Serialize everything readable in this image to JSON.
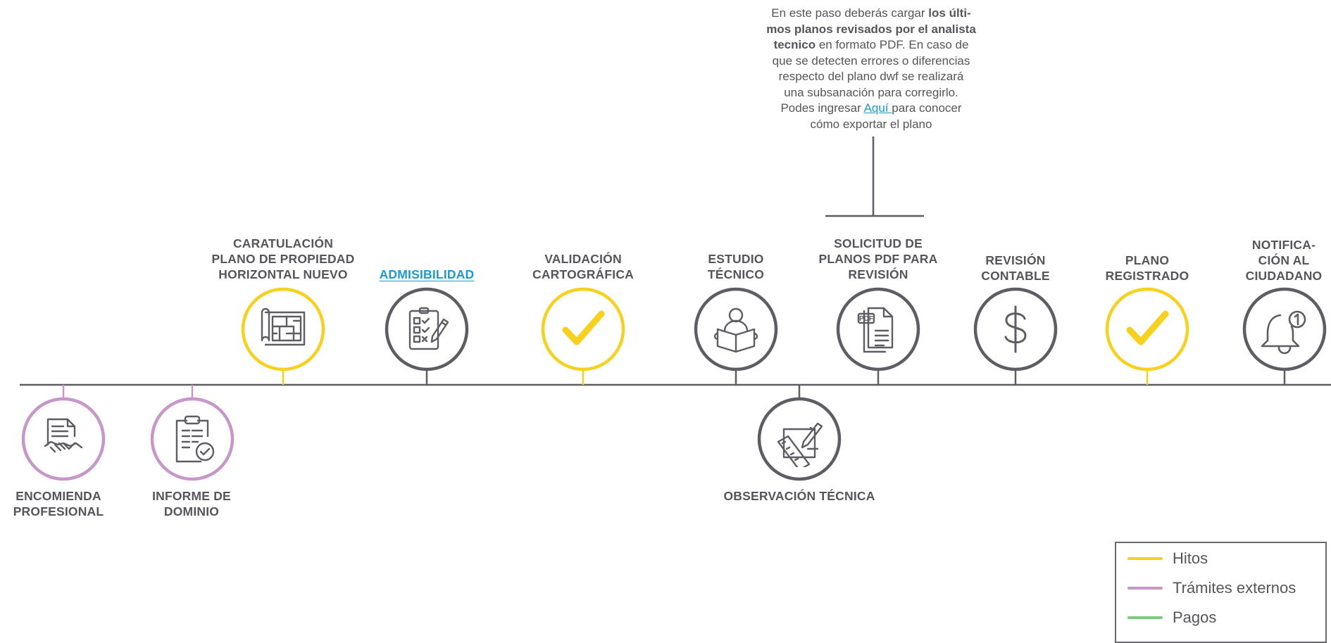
{
  "colors": {
    "hito": "#f7d11c",
    "externo": "#c896c8",
    "pago": "#7fc97f",
    "normal": "#5e5d63",
    "link": "#1a9ad6"
  },
  "info_box": {
    "l1_pre": "En este paso deberás cargar ",
    "l1_bold": "los últi-",
    "l2_bold": "mos planos revisados por el analista",
    "l3_bold": "tecnico",
    "l3_post": " en formato PDF. En caso de",
    "l4": "que se detecten errores o diferencias",
    "l5": "respecto del plano dwf se realizará",
    "l6": "una subsanación para corregirlo.",
    "l7_pre": "Podes ingresar ",
    "l7_link": "Aquí ",
    "l7_post": "para conocer",
    "l8": "cómo exportar el plano"
  },
  "steps_top": [
    {
      "lines": [
        "CARATULACIÓN",
        "PLANO DE PROPIEDAD",
        "HORIZONTAL NUEVO"
      ],
      "icon": "blueprint-icon",
      "type": "hito"
    },
    {
      "lines": [
        "ADMISIBILIDAD"
      ],
      "icon": "checklist-icon",
      "type": "normal",
      "link": true
    },
    {
      "lines": [
        "VALIDACIÓN",
        "CARTOGRÁFICA"
      ],
      "icon": "checkmark-icon",
      "type": "hito"
    },
    {
      "lines": [
        "ESTUDIO",
        "TÉCNICO"
      ],
      "icon": "reader-icon",
      "type": "normal"
    },
    {
      "lines": [
        "SOLICITUD DE",
        "PLANOS PDF PARA",
        "REVISIÓN"
      ],
      "icon": "pdf-document-icon",
      "type": "normal"
    },
    {
      "lines": [
        "REVISIÓN",
        "CONTABLE"
      ],
      "icon": "dollar-icon",
      "type": "normal"
    },
    {
      "lines": [
        "PLANO",
        "REGISTRADO"
      ],
      "icon": "checkmark-icon",
      "type": "hito"
    },
    {
      "lines": [
        "NOTIFICA-",
        "CIÓN AL",
        "CIUDADANO"
      ],
      "icon": "bell-notification-icon",
      "type": "normal"
    }
  ],
  "steps_bottom": [
    {
      "lines": [
        "ENCOMIENDA",
        "PROFESIONAL"
      ],
      "icon": "handshake-document-icon",
      "type": "externo"
    },
    {
      "lines": [
        "INFORME DE",
        "DOMINIO"
      ],
      "icon": "clipboard-check-icon",
      "type": "externo"
    },
    {
      "lines": [
        "OBSERVACIÓN TÉCNICA"
      ],
      "icon": "drafting-tools-icon",
      "type": "normal"
    }
  ],
  "legend": [
    {
      "label": "Hitos",
      "color": "#f7d11c"
    },
    {
      "label": "Trámites externos",
      "color": "#c896c8"
    },
    {
      "label": "Pagos",
      "color": "#7fc97f"
    }
  ]
}
